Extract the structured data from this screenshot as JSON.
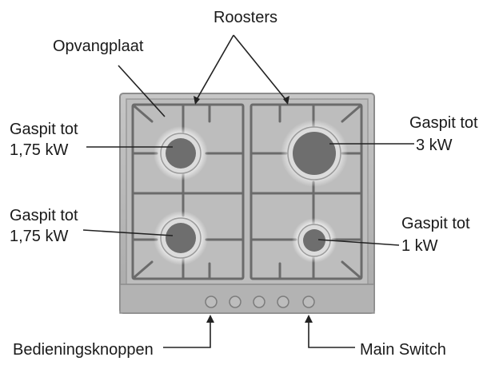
{
  "labels": {
    "roosters": "Roosters",
    "opvangplaat": "Opvangplaat",
    "burner_top_left_line1": "Gaspit tot",
    "burner_top_left_line2": "1,75 kW",
    "burner_top_right_line1": "Gaspit tot",
    "burner_top_right_line2": "3 kW",
    "burner_bottom_left_line1": "Gaspit tot",
    "burner_bottom_left_line2": "1,75 kW",
    "burner_bottom_right_line1": "Gaspit tot",
    "burner_bottom_right_line2": "1 kW",
    "bedieningsknoppen": "Bedieningsknoppen",
    "main_switch": "Main Switch"
  },
  "colors": {
    "plate": "#b9b9b9",
    "grate": "#6b6b6b",
    "burner_cap": "#6e6e6e",
    "burner_ring": "#d9d9d9",
    "leader_line": "#222222",
    "text": "#1a1a1a"
  }
}
